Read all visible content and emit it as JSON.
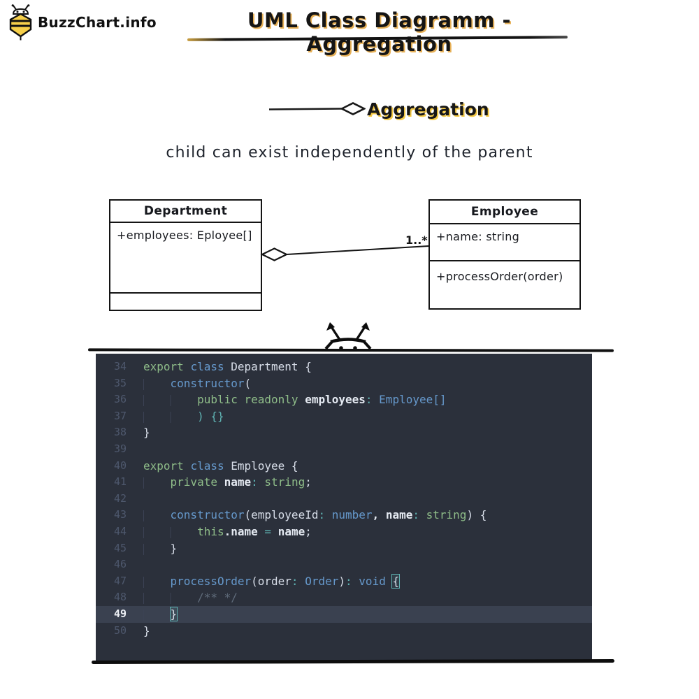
{
  "logo": {
    "text": "BuzzChart.info"
  },
  "title": {
    "text": "UML Class Diagramm - Aggregation"
  },
  "legend": {
    "label": "Aggregation"
  },
  "subtitle": {
    "text": "child can exist independently of the parent"
  },
  "diagram": {
    "department": {
      "name": "Department",
      "attribute": "+employees: Eployee[]"
    },
    "employee": {
      "name": "Employee",
      "attribute": "+name: string",
      "method": "+processOrder(order)"
    },
    "multiplicity": "1..*"
  },
  "colors": {
    "title_accent": "#e2a23a",
    "legend_accent": "#f4c73c",
    "bee_yellow": "#f7d04a",
    "editor_bg": "#2b303b",
    "editor_active_line": "#3a4150",
    "gutter": "#4e586d",
    "keyword_green": "#8fbd89",
    "type_blue": "#6699cc",
    "operator_teal": "#5fb3b3",
    "foreground": "#d8dee9",
    "comment_gray": "#5f6b7a"
  },
  "editor": {
    "active_line": 49,
    "lines": [
      {
        "no": 34,
        "tokens": [
          [
            "g",
            "export "
          ],
          [
            "b",
            "class "
          ],
          [
            "w",
            "Department {"
          ]
        ]
      },
      {
        "no": 35,
        "tokens": [
          [
            "ws",
            "    "
          ],
          [
            "b",
            "constructor"
          ],
          [
            "w",
            "("
          ]
        ]
      },
      {
        "no": 36,
        "tokens": [
          [
            "ws",
            "        "
          ],
          [
            "g",
            "public readonly "
          ],
          [
            "wb",
            "employees"
          ],
          [
            "t",
            ":"
          ],
          [
            "w",
            " "
          ],
          [
            "b",
            "Employee[]"
          ]
        ]
      },
      {
        "no": 37,
        "tokens": [
          [
            "ws",
            "        "
          ],
          [
            "t",
            ") {}"
          ]
        ]
      },
      {
        "no": 38,
        "tokens": [
          [
            "w",
            "}"
          ]
        ]
      },
      {
        "no": 39,
        "tokens": []
      },
      {
        "no": 40,
        "tokens": [
          [
            "g",
            "export "
          ],
          [
            "b",
            "class "
          ],
          [
            "w",
            "Employee {"
          ]
        ]
      },
      {
        "no": 41,
        "tokens": [
          [
            "ws",
            "    "
          ],
          [
            "g",
            "private "
          ],
          [
            "wb",
            "name"
          ],
          [
            "t",
            ":"
          ],
          [
            "w",
            " "
          ],
          [
            "g",
            "string"
          ],
          [
            "w",
            ";"
          ]
        ]
      },
      {
        "no": 42,
        "tokens": []
      },
      {
        "no": 43,
        "tokens": [
          [
            "ws",
            "    "
          ],
          [
            "b",
            "constructor"
          ],
          [
            "w",
            "(employeeId"
          ],
          [
            "t",
            ":"
          ],
          [
            "w",
            " "
          ],
          [
            "b",
            "number"
          ],
          [
            "wb",
            ","
          ],
          [
            "w",
            " "
          ],
          [
            "wb",
            "name"
          ],
          [
            "t",
            ":"
          ],
          [
            "w",
            " "
          ],
          [
            "g",
            "string"
          ],
          [
            "w",
            ") {"
          ]
        ]
      },
      {
        "no": 44,
        "tokens": [
          [
            "ws",
            "        "
          ],
          [
            "g",
            "this"
          ],
          [
            "wb",
            ".name"
          ],
          [
            "w",
            " "
          ],
          [
            "t",
            "="
          ],
          [
            "w",
            " "
          ],
          [
            "wb",
            "name"
          ],
          [
            "w",
            ";"
          ]
        ]
      },
      {
        "no": 45,
        "tokens": [
          [
            "ws",
            "    "
          ],
          [
            "w",
            "}"
          ]
        ]
      },
      {
        "no": 46,
        "tokens": []
      },
      {
        "no": 47,
        "tokens": [
          [
            "ws",
            "    "
          ],
          [
            "b",
            "processOrder"
          ],
          [
            "w",
            "(order"
          ],
          [
            "t",
            ":"
          ],
          [
            "w",
            " "
          ],
          [
            "b",
            "Order"
          ],
          [
            "w",
            ")"
          ],
          [
            "t",
            ":"
          ],
          [
            "w",
            " "
          ],
          [
            "b",
            "void"
          ],
          [
            "w",
            " "
          ],
          [
            "br",
            "{"
          ]
        ]
      },
      {
        "no": 48,
        "tokens": [
          [
            "ws",
            "        "
          ],
          [
            "c",
            "/** */"
          ]
        ]
      },
      {
        "no": 49,
        "tokens": [
          [
            "ws",
            "    "
          ],
          [
            "br",
            "}"
          ]
        ]
      },
      {
        "no": 50,
        "tokens": [
          [
            "w",
            "}"
          ]
        ]
      }
    ]
  }
}
